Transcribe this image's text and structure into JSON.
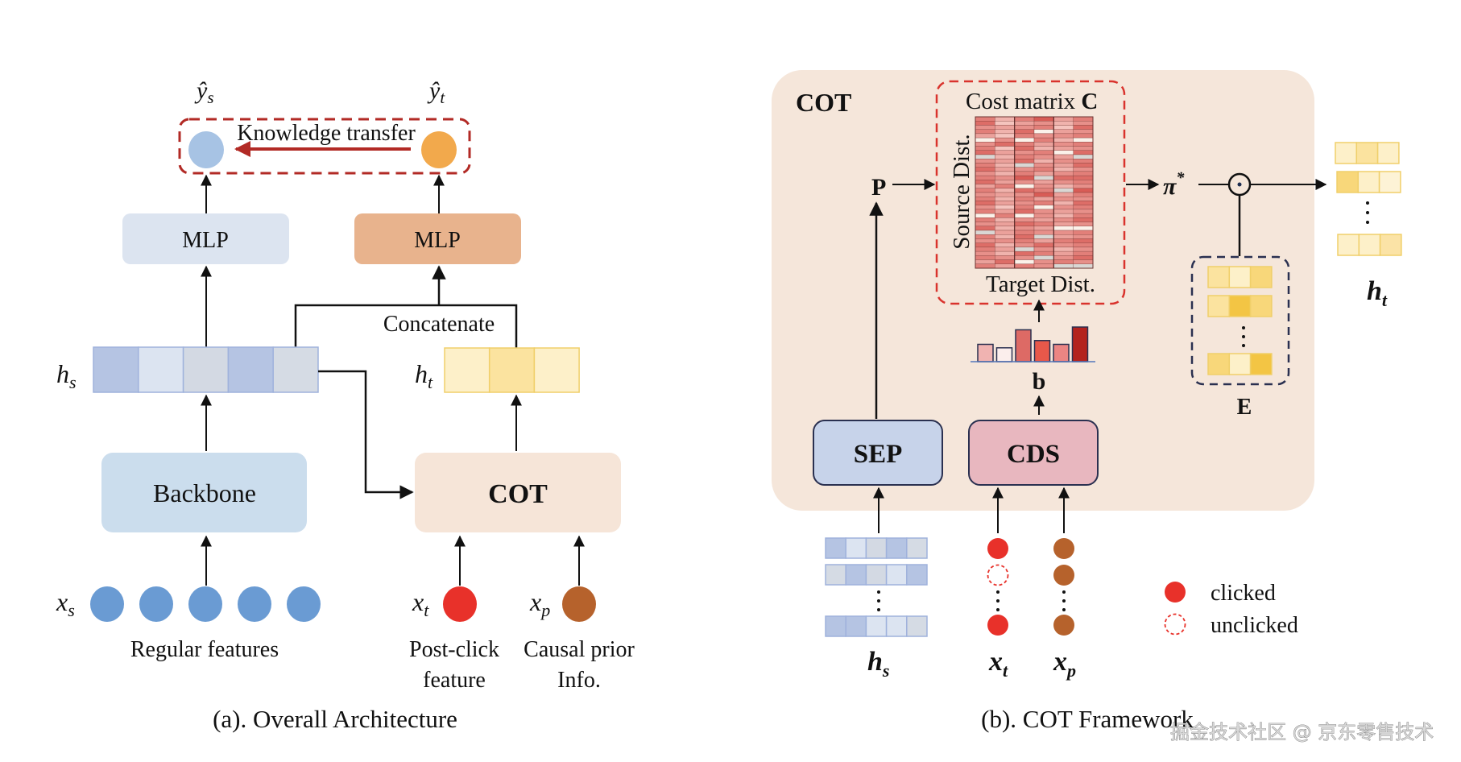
{
  "left": {
    "caption": "(a). Overall Architecture",
    "yhat_s": "ŷ",
    "yhat_s_sub": "s",
    "yhat_t": "ŷ",
    "yhat_t_sub": "t",
    "knowledge_transfer": "Knowledge transfer",
    "mlp_left": "MLP",
    "mlp_right": "MLP",
    "concatenate": "Concatenate",
    "hs": "h",
    "hs_sub": "s",
    "ht": "h",
    "ht_sub": "t",
    "backbone": "Backbone",
    "cot": "COT",
    "xs": "x",
    "xs_sub": "s",
    "xt": "x",
    "xt_sub": "t",
    "xp": "x",
    "xp_sub": "p",
    "regular_features": "Regular features",
    "post_click_1": "Post-click",
    "post_click_2": "feature",
    "causal_prior_1": "Causal prior",
    "causal_prior_2": "Info.",
    "hs_cells": [
      "#b5c4e3",
      "#dce4f1",
      "#d3d9e3",
      "#b5c4e3",
      "#d5dbe4"
    ],
    "ht_cells": [
      "#fdf0c9",
      "#fbe39f",
      "#fdf0c9"
    ]
  },
  "right": {
    "caption": "(b). COT Framework",
    "panel_title": "COT",
    "cost_matrix": "Cost matrix ",
    "cost_matrix_symbol": "C",
    "source_dist": "Source Dist.",
    "target_dist": "Target Dist.",
    "p_label": "P",
    "pi_label": "π",
    "pi_sup": "*",
    "b_label": "b",
    "e_label": "E",
    "sep": "SEP",
    "cds": "CDS",
    "ht": "h",
    "ht_sub": "t",
    "hs": "h",
    "hs_sub": "s",
    "xt": "x",
    "xt_sub": "t",
    "xp": "x",
    "xp_sub": "p",
    "legend_clicked": "clicked",
    "legend_unclicked": "unclicked",
    "hs_rows": [
      [
        "#b5c4e3",
        "#dce4f1",
        "#d3d9e3",
        "#b5c4e3",
        "#d5dbe4"
      ],
      [
        "#d5dbe4",
        "#b5c4e3",
        "#d3d9e3",
        "#dce4f1",
        "#b5c4e3"
      ],
      [
        "#b5c4e3",
        "#b5c4e3",
        "#dce4f1",
        "#dce4f1",
        "#d5dbe4"
      ]
    ],
    "ht_rows": [
      [
        "#fdf0c9",
        "#fbe39f",
        "#fdf0c9"
      ],
      [
        "#f8d77a",
        "#fdf0c9",
        "#fdf3d6"
      ],
      [
        "#fdf0c9",
        "#fdf0c9",
        "#fbe3a6"
      ]
    ],
    "e_rows": [
      [
        "#fbe39f",
        "#fdf0c9",
        "#f8d77a"
      ],
      [
        "#fbe39f",
        "#f3c544",
        "#f8d77a"
      ],
      [
        "#f8d77a",
        "#fdf0c9",
        "#f3c544"
      ]
    ],
    "xt_states": [
      "clicked",
      "unclicked",
      "clicked"
    ]
  },
  "chart_data": {
    "type": "heatmap",
    "title": "Cost matrix C",
    "xlabel": "Target Dist.",
    "ylabel": "Source Dist.",
    "columns": 6,
    "rows": 36,
    "values": [
      [
        0.7,
        0.4,
        0.7,
        0.9,
        0.5,
        0.7
      ],
      [
        0.8,
        0.3,
        0.5,
        0.6,
        0.4,
        0.6
      ],
      [
        0.6,
        0.5,
        0.6,
        0.7,
        0.3,
        0.8
      ],
      [
        0.7,
        0.4,
        0.8,
        0.0,
        0.5,
        0.6
      ],
      [
        0.5,
        0.3,
        0.7,
        0.6,
        0.6,
        0.7
      ],
      [
        0.0,
        0.6,
        0.0,
        0.7,
        0.4,
        0.0
      ],
      [
        0.6,
        0.8,
        0.7,
        0.5,
        0.6,
        0.7
      ],
      [
        0.7,
        0.3,
        0.8,
        0.4,
        0.5,
        0.6
      ],
      [
        0.8,
        0.5,
        0.6,
        0.7,
        0.0,
        0.8
      ],
      [
        0.1,
        0.4,
        0.7,
        0.6,
        0.5,
        0.1
      ],
      [
        0.6,
        0.5,
        0.8,
        0.4,
        0.6,
        0.7
      ],
      [
        0.7,
        0.4,
        0.1,
        0.6,
        0.5,
        0.8
      ],
      [
        0.8,
        0.5,
        0.6,
        0.7,
        0.4,
        0.6
      ],
      [
        0.6,
        0.4,
        0.7,
        0.5,
        0.6,
        0.7
      ],
      [
        0.7,
        0.6,
        0.9,
        0.1,
        0.8,
        0.8
      ],
      [
        0.8,
        0.5,
        0.6,
        0.5,
        0.6,
        0.7
      ],
      [
        0.5,
        0.7,
        0.0,
        0.6,
        0.4,
        0.6
      ],
      [
        0.7,
        0.4,
        0.8,
        0.7,
        0.1,
        0.9
      ],
      [
        0.6,
        0.5,
        0.6,
        0.9,
        0.5,
        0.7
      ],
      [
        0.7,
        0.4,
        0.7,
        0.5,
        0.6,
        0.6
      ],
      [
        0.8,
        0.5,
        0.6,
        0.7,
        0.4,
        0.8
      ],
      [
        0.6,
        0.3,
        0.7,
        0.0,
        0.6,
        0.7
      ],
      [
        0.7,
        0.5,
        0.8,
        0.6,
        0.5,
        0.6
      ],
      [
        0.0,
        0.7,
        0.0,
        0.6,
        0.4,
        0.7
      ],
      [
        0.7,
        0.4,
        0.6,
        0.5,
        0.6,
        0.8
      ],
      [
        0.6,
        0.5,
        0.8,
        0.7,
        0.5,
        0.6
      ],
      [
        0.8,
        0.4,
        0.6,
        0.5,
        0.0,
        0.0
      ],
      [
        0.1,
        0.5,
        0.7,
        0.6,
        0.6,
        0.7
      ],
      [
        0.7,
        0.4,
        0.8,
        0.1,
        0.5,
        0.6
      ],
      [
        0.6,
        0.6,
        0.7,
        0.5,
        0.7,
        0.8
      ],
      [
        0.8,
        0.4,
        0.6,
        0.8,
        0.6,
        0.7
      ],
      [
        0.7,
        0.5,
        0.1,
        0.6,
        0.4,
        0.6
      ],
      [
        0.6,
        0.4,
        0.8,
        0.7,
        0.5,
        0.7
      ],
      [
        0.7,
        0.6,
        0.6,
        0.1,
        0.6,
        0.8
      ],
      [
        0.5,
        0.8,
        0.0,
        0.6,
        0.7,
        0.6
      ],
      [
        0.7,
        0.5,
        0.7,
        0.6,
        0.1,
        0.1
      ]
    ]
  },
  "b_distribution": {
    "type": "bar",
    "label": "b",
    "values": [
      0.5,
      0.4,
      0.92,
      0.61,
      0.5,
      1.0
    ],
    "colors": [
      "#f0b3b1",
      "#fbeeec",
      "#dd6a65",
      "#e8584a",
      "#eb8583",
      "#b3231e"
    ]
  },
  "watermark": "掘金技术社区 @ 京东零售技术"
}
